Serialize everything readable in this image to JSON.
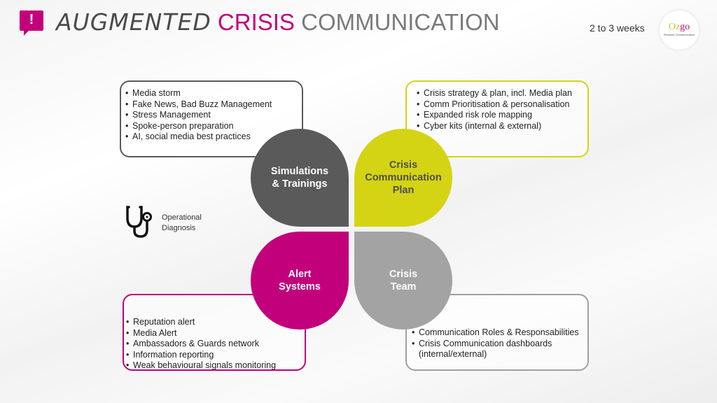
{
  "header": {
    "title_part1": "AUGMENTED",
    "title_part2": "CRISIS",
    "title_part3": "COMMUNICATION",
    "alert_icon": "exclamation-speech-bubble-icon",
    "duration": "2 to 3 weeks",
    "logo": {
      "text_a": "Oz",
      "text_b": "go",
      "subtitle": "Resilient Communication"
    }
  },
  "colors": {
    "magenta": "#c2007b",
    "lime": "#d4d414",
    "dark_gray": "#5a5a5a",
    "light_gray": "#a3a3a3"
  },
  "diagnosis": {
    "icon": "stethoscope-icon",
    "line1": "Operational",
    "line2": "Diagnosis"
  },
  "quadrants": [
    {
      "title_lines": [
        "Simulations",
        "& Trainings"
      ],
      "items": [
        "Media storm",
        "Fake News, Bad Buzz Management",
        "Stress Management",
        "Spoke-person preparation",
        "AI, social media best practices"
      ]
    },
    {
      "title_lines": [
        "Crisis",
        "Communication",
        "Plan"
      ],
      "items": [
        "Crisis strategy & plan, incl. Media plan",
        "Comm Prioritisation & personalisation",
        "Expanded risk role mapping",
        "Cyber kits (internal & external)"
      ]
    },
    {
      "title_lines": [
        "Alert",
        "Systems"
      ],
      "items": [
        "Reputation alert",
        "Media Alert",
        "Ambassadors & Guards network",
        "Information reporting",
        "Weak behavioural signals monitoring"
      ]
    },
    {
      "title_lines": [
        "Crisis",
        "Team"
      ],
      "items": [
        "Communication Roles & Responsabilities",
        "Crisis Communication dashboards (internal/external)"
      ]
    }
  ]
}
